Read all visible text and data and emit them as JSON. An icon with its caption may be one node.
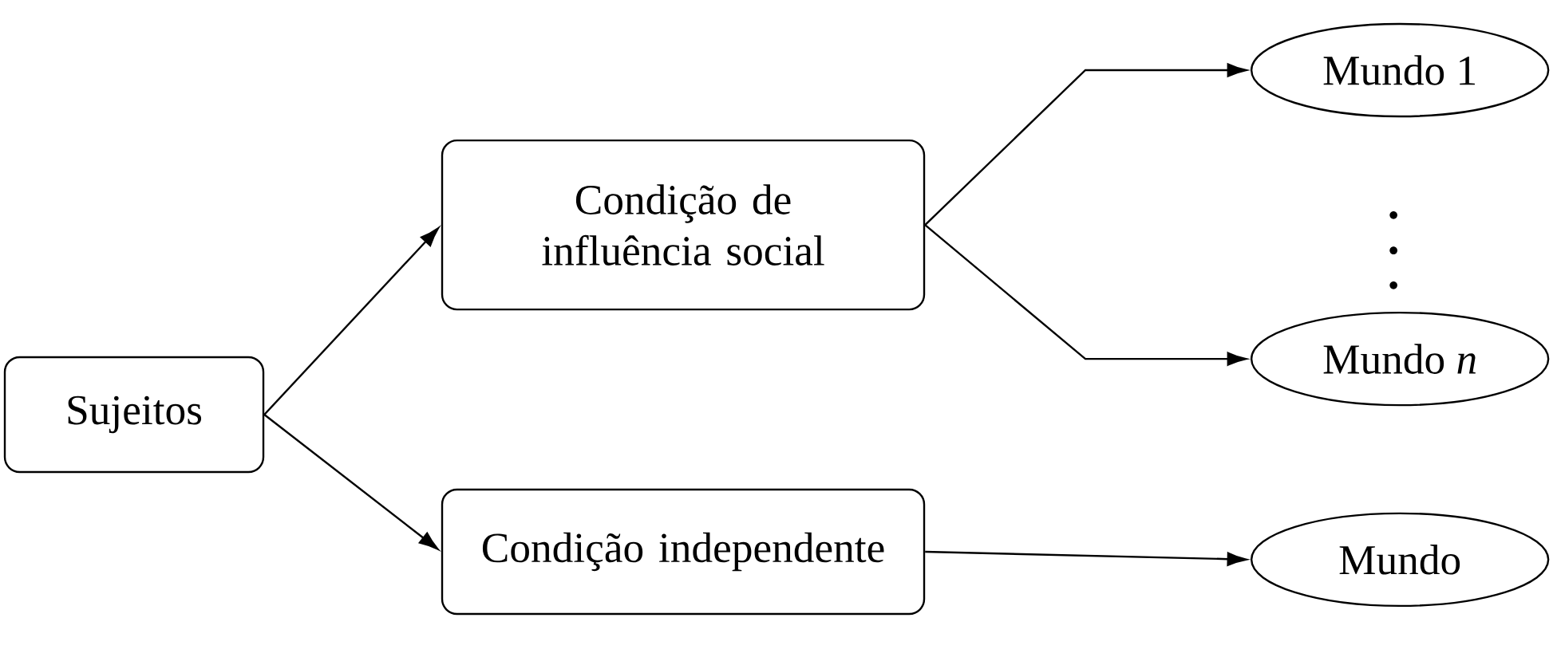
{
  "diagram": {
    "nodes": [
      {
        "text": [
          "Sujeitos"
        ]
      },
      {
        "text": [
          "Condição de influência social"
        ]
      },
      {
        "text": [
          "Condição independente"
        ]
      },
      {
        "text": [
          "Mundo 1"
        ]
      },
      {
        "text": [
          "Mundo *n*"
        ]
      },
      {
        "text": [
          "Mundo"
        ]
      }
    ],
    "edges": [
      {
        "from": 0,
        "to": 1,
        "arrow": "to"
      },
      {
        "from": 0,
        "to": 2,
        "arrow": "to"
      },
      {
        "from": 1,
        "to": 3,
        "arrow": "to"
      },
      {
        "from": 1,
        "to": 4,
        "arrow": "to"
      },
      {
        "from": 2,
        "to": 5,
        "arrow": "to"
      }
    ]
  }
}
